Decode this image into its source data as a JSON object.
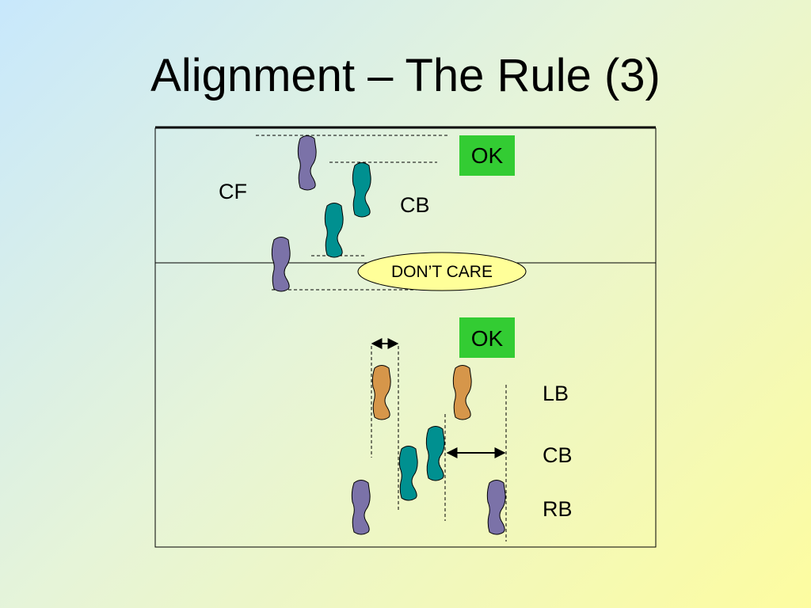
{
  "title": "Alignment – The Rule (3)",
  "colors": {
    "purple_player": "#7b72a8",
    "teal_player": "#009090",
    "orange_player": "#d6964a",
    "ok_badge": "#33cc33",
    "note_fill": "#ffff99"
  },
  "top_diagram": {
    "ok_label": "OK",
    "cf_label": "CF",
    "cb_label": "CB",
    "note_label": "DON’T CARE"
  },
  "bottom_diagram": {
    "ok_label": "OK",
    "lb_label": "LB",
    "cb_label": "CB",
    "rb_label": "RB"
  }
}
